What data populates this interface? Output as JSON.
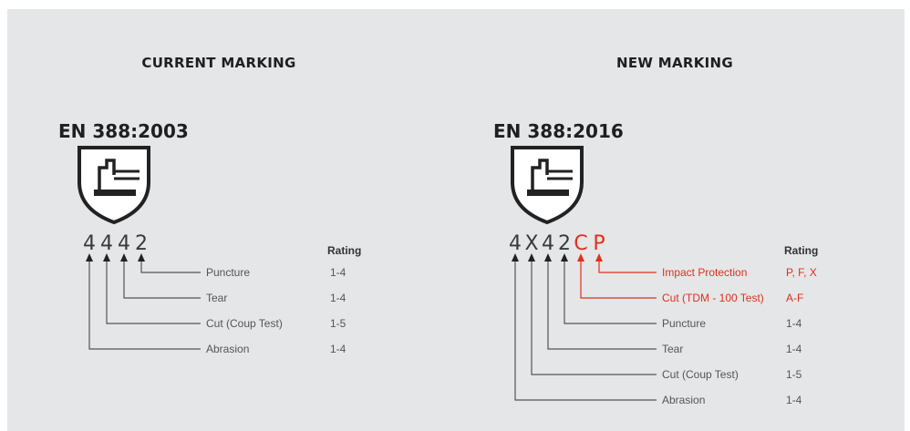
{
  "current": {
    "heading": "CURRENT MARKING",
    "standard": "EN 388:2003",
    "code": [
      "4",
      "4",
      "4",
      "2"
    ],
    "rating_header": "Rating",
    "tests": [
      {
        "label": "Puncture",
        "range": "1-4",
        "highlight": false
      },
      {
        "label": "Tear",
        "range": "1-4",
        "highlight": false
      },
      {
        "label": "Cut (Coup Test)",
        "range": "1-5",
        "highlight": false
      },
      {
        "label": "Abrasion",
        "range": "1-4",
        "highlight": false
      }
    ]
  },
  "new": {
    "heading": "NEW MARKING",
    "standard": "EN 388:2016",
    "code": [
      "4",
      "X",
      "4",
      "2",
      "C",
      "P"
    ],
    "rating_header": "Rating",
    "tests": [
      {
        "label": "Impact Protection",
        "range": "P, F, X",
        "highlight": true
      },
      {
        "label": "Cut (TDM - 100 Test)",
        "range": "A-F",
        "highlight": true
      },
      {
        "label": "Puncture",
        "range": "1-4",
        "highlight": false
      },
      {
        "label": "Tear",
        "range": "1-4",
        "highlight": false
      },
      {
        "label": "Cut (Coup Test)",
        "range": "1-5",
        "highlight": false
      },
      {
        "label": "Abrasion",
        "range": "1-4",
        "highlight": false
      }
    ]
  },
  "colors": {
    "background": "#e5e6e7",
    "text": "#1f1f1f",
    "highlight": "#e0301e",
    "line": "#555555"
  },
  "icons": [
    "glove-shield-icon"
  ]
}
